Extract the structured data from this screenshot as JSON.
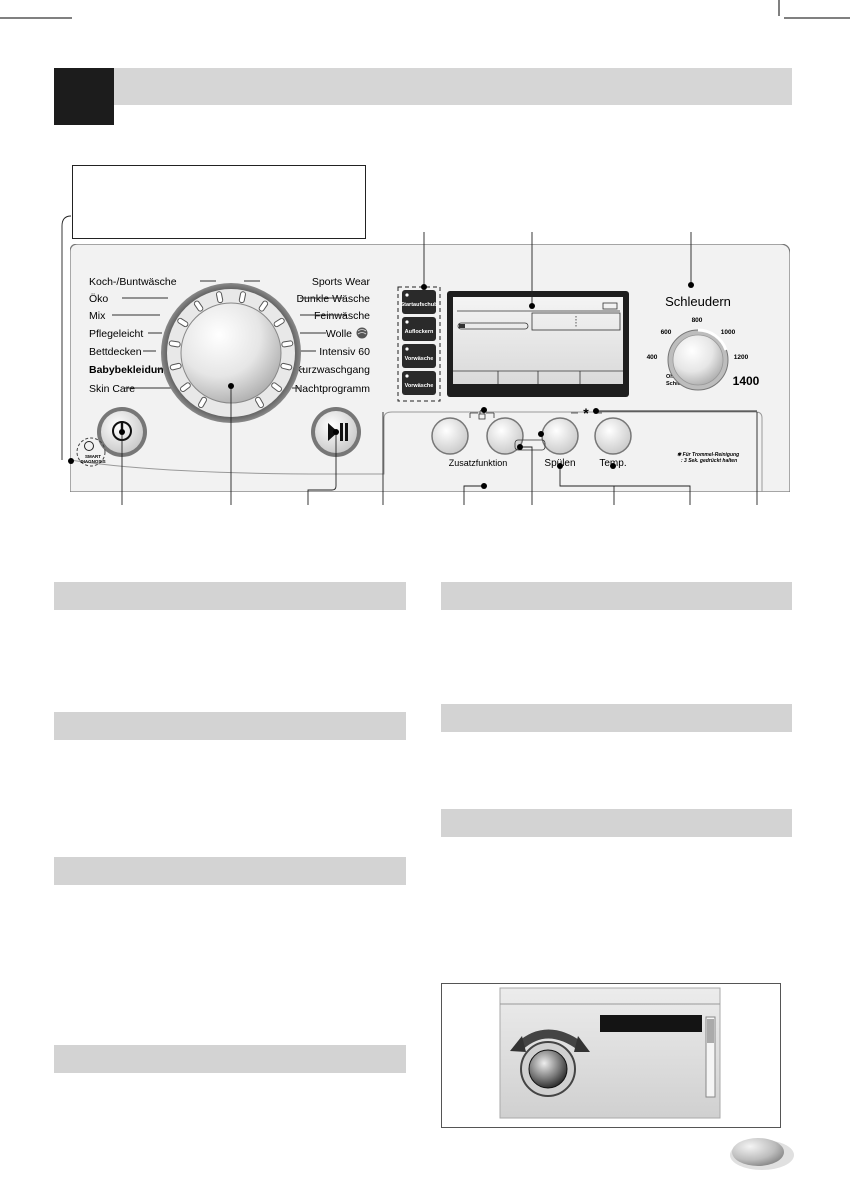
{
  "panel": {
    "programs_left": [
      "Koch-/Buntwäsche",
      "Öko",
      "Mix",
      "Pflegeleicht",
      "Bettdecken",
      "Babybekleidung",
      "Skin Care"
    ],
    "programs_right": [
      "Sports Wear",
      "Dunkle Wäsche",
      "Feinwäsche",
      "Wolle",
      "Intensiv 60",
      "Kurzwaschgang",
      "Nachtprogramm"
    ],
    "option_buttons": [
      "Startaufschub",
      "Auflockern",
      "Vorwäsche",
      "Vorwäsche"
    ],
    "spin": {
      "title": "Schleudern",
      "speeds": [
        "400",
        "600",
        "800",
        "1000",
        "1200",
        "1400"
      ],
      "off_line1": "Ohne",
      "off_line2": "Schleudern"
    },
    "smart_line1": "SMART",
    "smart_line2": "DIAGNOSIS",
    "button_labels": {
      "extra": "Zusatzfunktion",
      "rinse": "Spülen",
      "temp": "Temp."
    },
    "drum_note_line1": "✱ Für Trommel-Reinigung",
    "drum_note_line2": ": 3 Sek. gedrückt halten"
  },
  "icons": [
    "power-icon",
    "play-pause-icon",
    "lock-icon",
    "star-icon",
    "wool-icon"
  ]
}
